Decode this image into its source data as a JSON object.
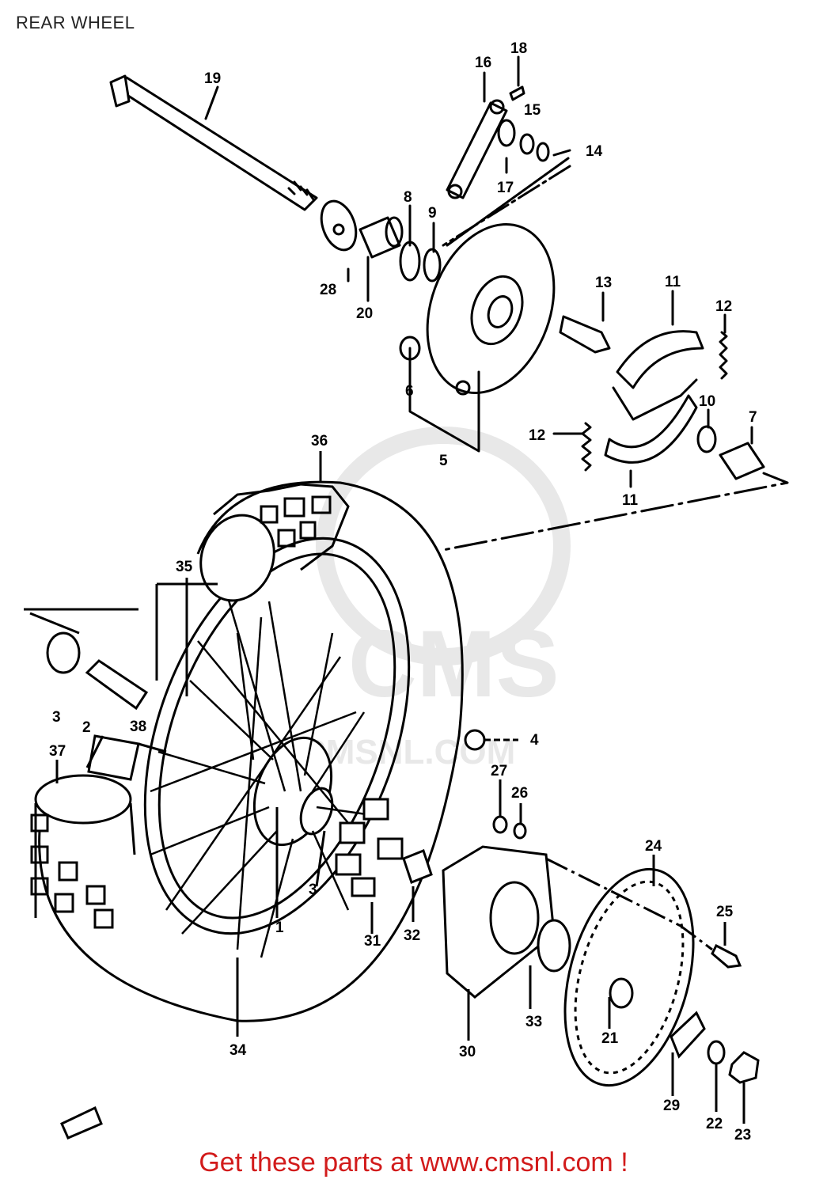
{
  "header": {
    "title": "REAR WHEEL"
  },
  "watermark": {
    "brand": "CMS",
    "site": "CMSNL.COM",
    "color": "#e6e6e6"
  },
  "callouts": {
    "c1": "1",
    "c2": "2",
    "c3a": "3",
    "c3b": "3",
    "c4": "4",
    "c5": "5",
    "c6": "6",
    "c7": "7",
    "c8": "8",
    "c9": "9",
    "c10": "10",
    "c11a": "11",
    "c11b": "11",
    "c12a": "12",
    "c12b": "12",
    "c13": "13",
    "c14": "14",
    "c15": "15",
    "c16": "16",
    "c17": "17",
    "c18": "18",
    "c19": "19",
    "c20": "20",
    "c21": "21",
    "c22": "22",
    "c23": "23",
    "c24": "24",
    "c25": "25",
    "c26": "26",
    "c27": "27",
    "c28": "28",
    "c29": "29",
    "c30": "30",
    "c31": "31",
    "c32": "32",
    "c33": "33",
    "c34": "34",
    "c35": "35",
    "c36": "36",
    "c37": "37",
    "c38": "38"
  },
  "footer": {
    "link_text": "Get these parts at www.cmsnl.com !",
    "link_color": "#d21b1b"
  }
}
